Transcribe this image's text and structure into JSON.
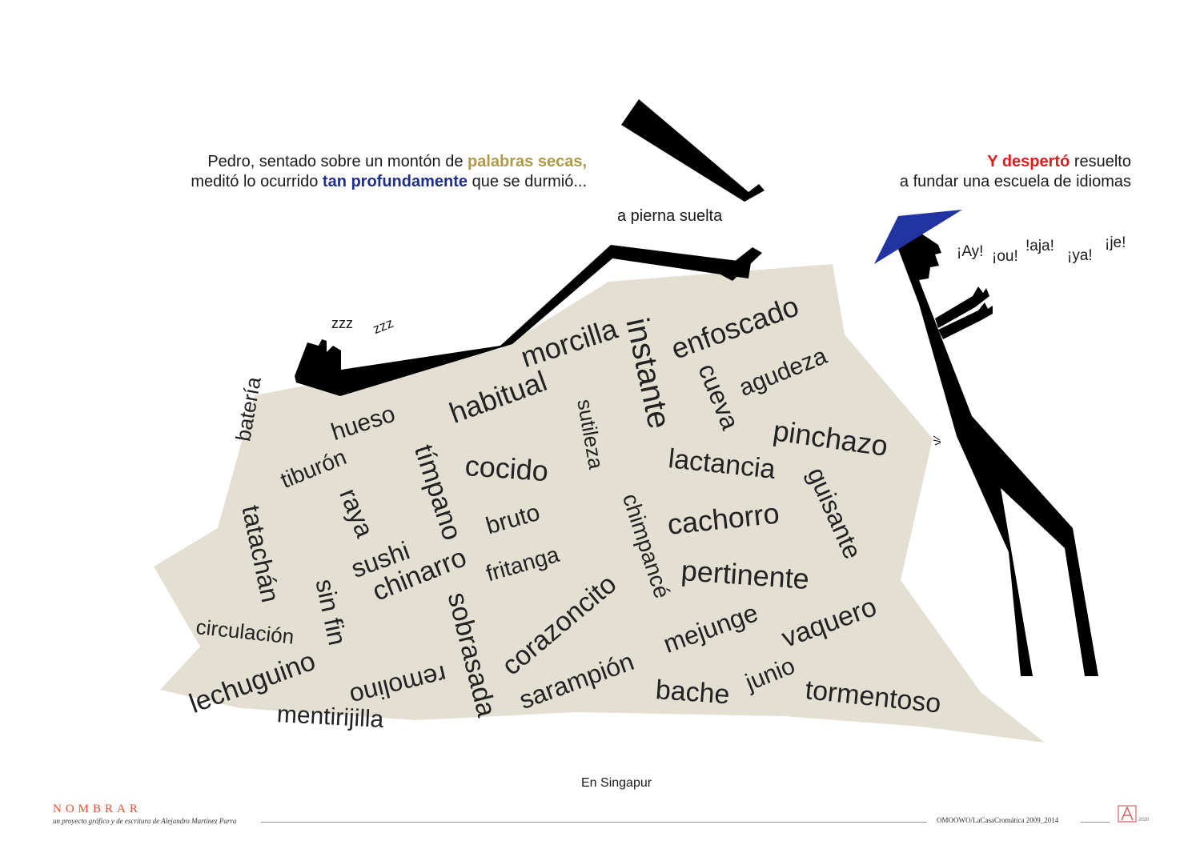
{
  "caption_left": {
    "line1_pre": "Pedro, sentado sobre un montón de ",
    "line1_hl": "palabras secas,",
    "line2_pre": "meditó lo ocurrido ",
    "line2_hl": "tan profundamente",
    "line2_post": " que se durmió..."
  },
  "caption_right": {
    "line1_hl": "Y despertó",
    "line1_post": " resuelto",
    "line2": "a fundar una escuela de idiomas"
  },
  "pierna_label": "a pierna suelta",
  "zzz1": "zzz",
  "zzz2": "zzz",
  "exclamations": [
    "¡Ay!",
    "¡ou!",
    "!aja!",
    "¡ya!",
    "¡je!"
  ],
  "words": [
    "batería",
    "hueso",
    "habitual",
    "morcilla",
    "instante",
    "enfoscado",
    "cueva",
    "agudeza",
    "pinchazo",
    "tiburón",
    "tímpano",
    "cocido",
    "sutileza",
    "lactancia",
    "guisante",
    "raya",
    "tatachán",
    "bruto",
    "chimpancé",
    "cachorro",
    "sushi",
    "chinarro",
    "fritanga",
    "pertinente",
    "sin fin",
    "circulación",
    "sobrasada",
    "corazoncito",
    "mejunge",
    "vaquero",
    "lechuguino",
    "remolino",
    "sarampión",
    "junio",
    "bache",
    "tormentoso",
    "mentirijilla"
  ],
  "location": "En Singapur",
  "footer": {
    "brand": "NOMBRAR",
    "subtitle": "un proyecto gráfico y de escritura de Alejandro Martínez Parra",
    "credit": "OMOOWO/LaCasaCromática 2009_2014",
    "year": "2020"
  },
  "colors": {
    "pile": "#e4dfd3",
    "figure": "#000000",
    "hat": "#2234a2",
    "gold": "#b09a45",
    "navy": "#1e2f8a",
    "red": "#e31b1b",
    "brand": "#e0502a"
  }
}
